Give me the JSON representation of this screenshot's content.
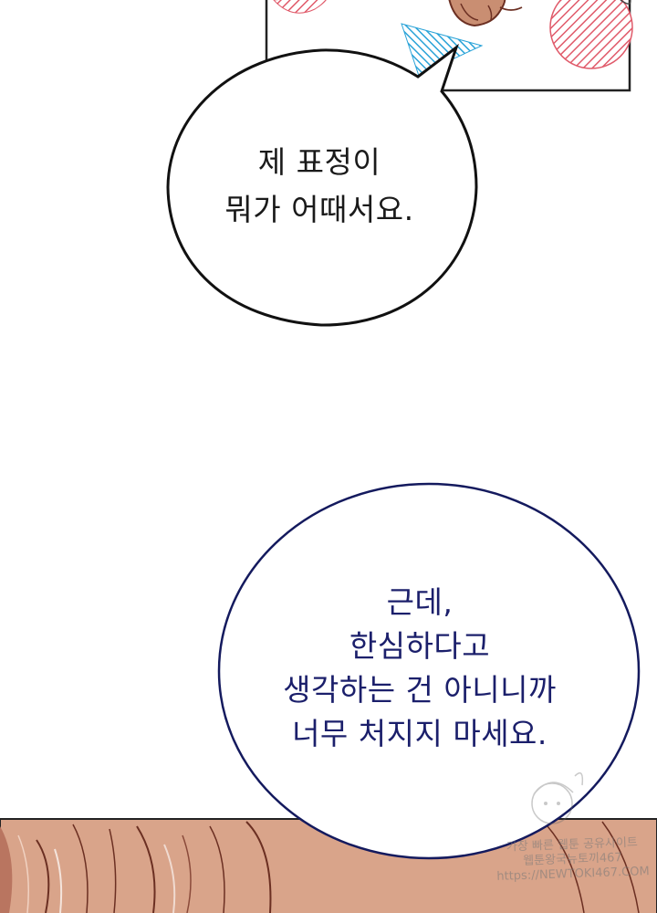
{
  "bubbles": [
    {
      "lines": [
        "제 표정이",
        "뭐가 어때서요."
      ],
      "text_color": "#1a1a1a"
    },
    {
      "lines": [
        "근데,",
        "한심하다고",
        "생각하는 건 아니니까",
        "너무 처지지 마세요."
      ],
      "text_color": "#1b1f6b"
    }
  ],
  "watermark": {
    "lines": [
      "가장 빠른 웹툰 공유사이트",
      "웹툰왕국뉴토끼467",
      "https://NEWTOKI467.COM"
    ]
  },
  "colors": {
    "background": "#ffffff",
    "bubble_outline_1": "#111111",
    "bubble_outline_2": "#141a5e",
    "panel_border": "#222222",
    "pink_hatch": "#e05a6a",
    "blue_hatch": "#2aa3d8",
    "hair_base": "#c98e72",
    "hair_line": "#6b2f22"
  }
}
